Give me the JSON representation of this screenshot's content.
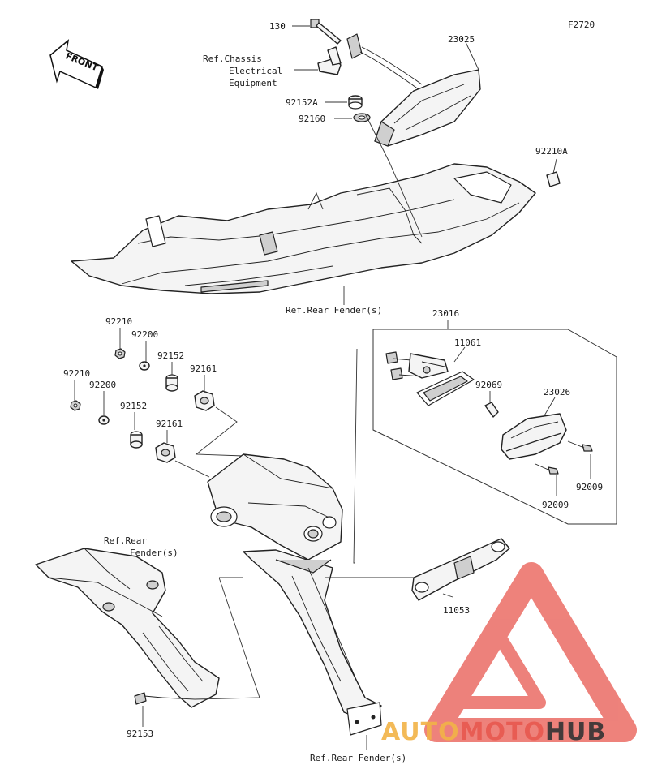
{
  "figure_code": "F2720",
  "front_label": "FRONT",
  "callouts": {
    "p130": "130",
    "p23025": "23025",
    "ref_chassis_1": "Ref.Chassis",
    "ref_chassis_2": "Electrical",
    "ref_chassis_3": "Equipment",
    "p92152A": "92152A",
    "p92160": "92160",
    "p92210A": "92210A",
    "ref_rear_fender_top": "Ref.Rear Fender(s)",
    "p23016": "23016",
    "p11061": "11061",
    "p92069": "92069",
    "p23026": "23026",
    "p92009_a": "92009",
    "p92009_b": "92009",
    "p92210_a": "92210",
    "p92200_a": "92200",
    "p92152_a": "92152",
    "p92161_a": "92161",
    "p92210_b": "92210",
    "p92200_b": "92200",
    "p92152_b": "92152",
    "p92161_b": "92161",
    "ref_rear_fender_left_1": "Ref.Rear",
    "ref_rear_fender_left_2": "Fender(s)",
    "p11053": "11053",
    "p92153": "92153",
    "ref_rear_fender_bottom": "Ref.Rear Fender(s)"
  },
  "watermark": {
    "part1": "AUTO",
    "part2": "MOTO",
    "part3": "HUB",
    "color_primary": "#e8584f",
    "color_secondary": "#f2b347",
    "color_dark": "#333333"
  }
}
